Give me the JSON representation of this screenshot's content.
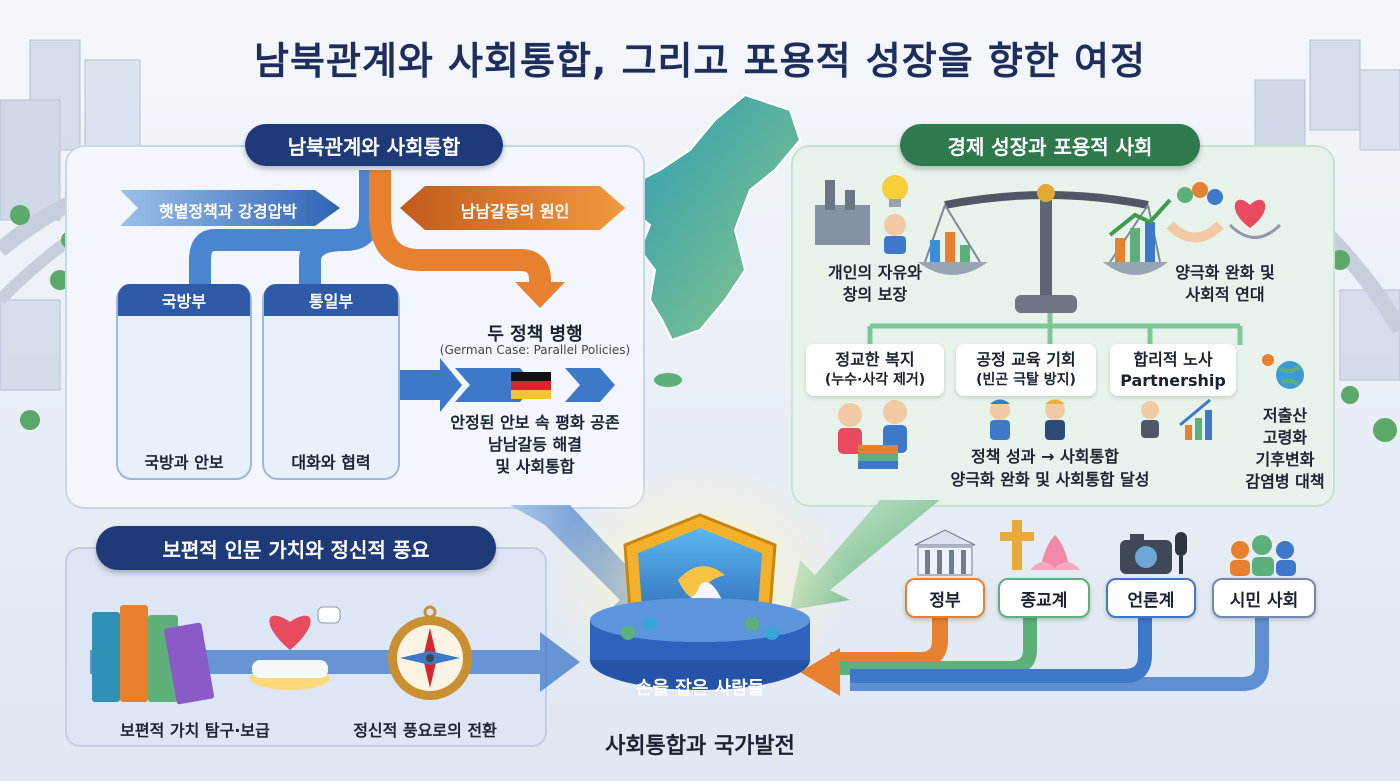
{
  "title": "남북관계와 사회통합, 그리고 포용적 성장을 향한 여정",
  "left_panel": {
    "header": "남북관계와 사회통합",
    "arrow_policy": "햇볕정책과 강경압박",
    "arrow_conflict": "남남갈등의 원인",
    "defense": {
      "header": "국방부",
      "caption": "국방과 안보"
    },
    "unification": {
      "header": "통일부",
      "caption": "대화와 협력"
    },
    "parallel_title": "두 정책 병행",
    "parallel_subtitle": "(German Case: Parallel Policies)",
    "outcome": [
      "안정된 안보 속 평화 공존",
      "남남갈등 해결",
      "및 사회통합"
    ]
  },
  "right_panel": {
    "header": "경제 성장과 포용적 사회",
    "freedom": [
      "개인의 자유와",
      "창의 보장"
    ],
    "polarization": [
      "양극화 완화 및",
      "사회적 연대"
    ],
    "welfare": [
      "정교한 복지",
      "(누수·사각 제거)"
    ],
    "education": [
      "공정 교육 기회",
      "(빈곤 극탈 방지)"
    ],
    "labor": [
      "합리적 노사",
      "Partnership"
    ],
    "result": [
      "정책 성과 → 사회통합",
      "양극화 완화 및 사회통합 달성"
    ],
    "challenges": [
      "저출산",
      "고령화",
      "기후변화",
      "감염병 대책"
    ]
  },
  "bottom_left": {
    "header": "보편적 인문 가치와 정신적 풍요",
    "explore": "보편적 가치 탐구·보급",
    "transition": "정신적 풍요로의 전환"
  },
  "center": {
    "emblem_banner": "손을 잡은 사람들",
    "caption": "사회통합과 국가발전"
  },
  "stakeholders": [
    {
      "label": "정부",
      "icon": "government-building-icon"
    },
    {
      "label": "종교계",
      "icon": "cross-lotus-icon"
    },
    {
      "label": "언론계",
      "icon": "camera-microphone-icon"
    },
    {
      "label": "시민 사회",
      "icon": "citizens-icon"
    }
  ],
  "colors": {
    "navy": "#1f3a78",
    "green": "#2f7a4c",
    "orange": "#e7812f",
    "blue_arrow": "#3d78c9",
    "gold": "#e9a93a"
  }
}
